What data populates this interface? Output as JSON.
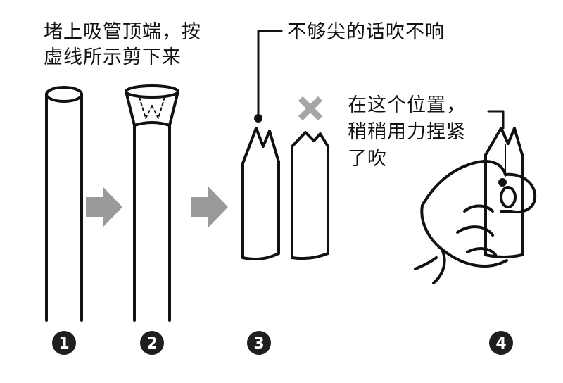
{
  "instructions": {
    "step1_line1": "堵上吸管顶端，按",
    "step1_line2": "虚线所示剪下来",
    "warning": "不够尖的话吹不响",
    "step4_line1": "在这个位置，",
    "step4_line2": "稍稍用力捏紧",
    "step4_line3": "了吹"
  },
  "steps": [
    {
      "number": "1"
    },
    {
      "number": "2"
    },
    {
      "number": "3"
    },
    {
      "number": "4"
    }
  ],
  "colors": {
    "ink": "#111111",
    "arrow": "#9a9a9a",
    "cross": "#a6a6a6",
    "badge": "#1f1f1f"
  }
}
